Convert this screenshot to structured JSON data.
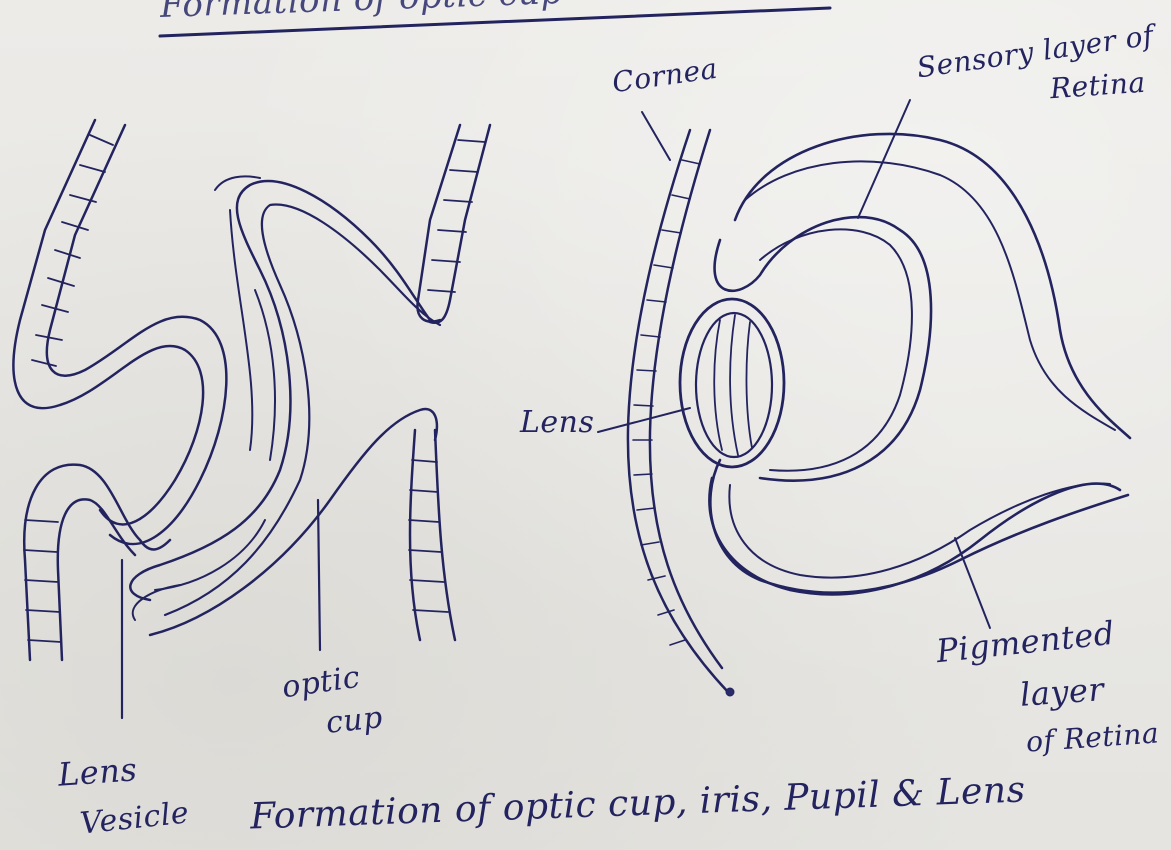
{
  "header": {
    "title": "Formation of optic cup"
  },
  "labels": {
    "cornea": "Cornea",
    "sensory_layer_line1": "Sensory layer of",
    "sensory_layer_line2": "Retina",
    "lens": "Lens",
    "optic_cup_line1": "optic",
    "optic_cup_line2": "cup",
    "lens_vesicle_line1": "Lens",
    "lens_vesicle_line2": "Vesicle",
    "pigmented_line1": "Pigmented",
    "pigmented_line2": "layer",
    "pigmented_line3": "of Retina"
  },
  "caption": "Formation of optic cup, iris, Pupil & Lens",
  "colors": {
    "ink": "#23245f",
    "paper": "#e9e8e4"
  }
}
